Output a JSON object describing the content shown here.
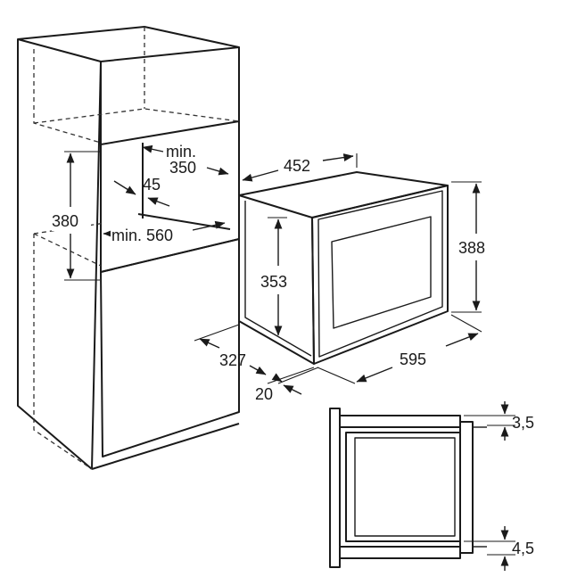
{
  "dimensions": {
    "niche_height": "380",
    "niche_depth_min_line1": "min.",
    "niche_depth_min_line2": "350",
    "niche_gap": "45",
    "niche_width_min": "min. 560",
    "oven_depth_top": "452",
    "oven_front_height": "388",
    "oven_body_height": "353",
    "oven_depth_side": "327",
    "oven_front_width": "595",
    "front_offset": "20",
    "gap_top": "3,5",
    "gap_bottom": "4,5"
  },
  "colors": {
    "line": "#1a1a1a",
    "background": "#ffffff"
  }
}
